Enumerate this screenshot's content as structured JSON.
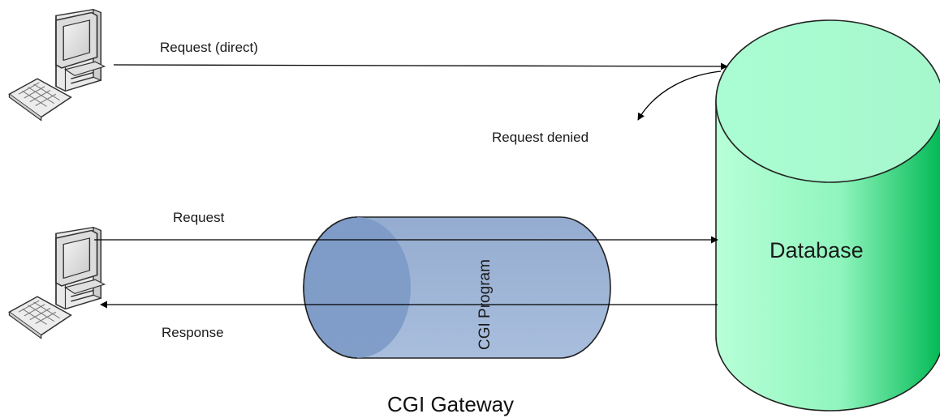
{
  "labels": {
    "request_direct": "Request (direct)",
    "request_denied": "Request denied",
    "request": "Request",
    "response": "Response",
    "cgi_program": "CGI Program",
    "database": "Database",
    "cgi_gateway": "CGI Gateway"
  },
  "colors": {
    "database_fill": "#a8fcd0",
    "database_dark": "#00b853",
    "cgi_fill": "#8fa9cf",
    "cgi_dark": "#6e8ebc",
    "line": "#000000"
  },
  "icons": {
    "client_top": "desktop-computer-icon",
    "client_bottom": "desktop-computer-icon"
  }
}
